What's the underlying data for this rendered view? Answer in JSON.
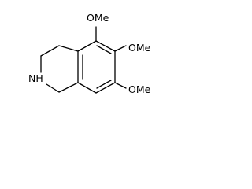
{
  "molecule": {
    "labels": {
      "nh": "NH",
      "ome_top": "OMe",
      "ome_right": "OMe",
      "ome_bottom": "OMe"
    },
    "colors": {
      "bond": "#000000",
      "label": "#000000",
      "background": "#ffffff"
    }
  }
}
